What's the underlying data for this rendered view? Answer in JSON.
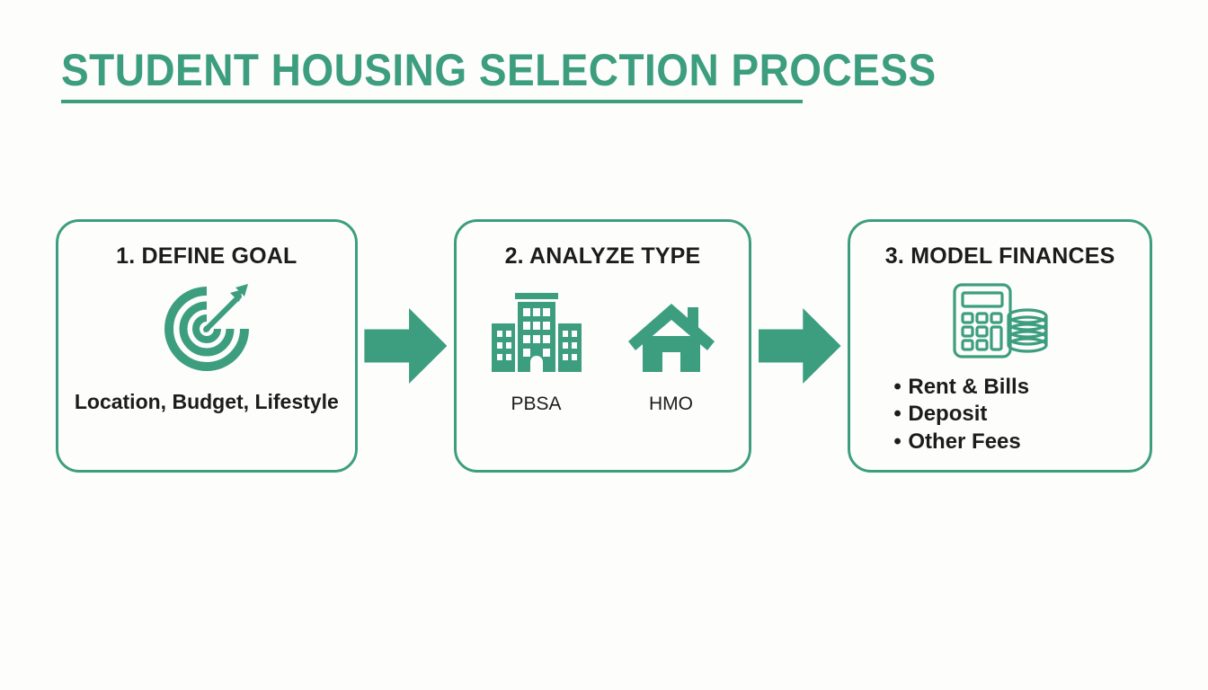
{
  "page": {
    "title": "STUDENT HOUSING SELECTION PROCESS",
    "background_color": "#fdfdfc",
    "accent_color": "#3d9e7f",
    "text_color": "#1c1c1c"
  },
  "flow": {
    "arrow_1_name": "arrow-right-icon",
    "arrow_2_name": "arrow-right-icon",
    "steps": [
      {
        "title": "1. DEFINE GOAL",
        "icon": "target-bullseye-arrow-icon",
        "caption": "Location, Budget, Lifestyle"
      },
      {
        "title": "2. ANALYZE TYPE",
        "items": [
          {
            "icon": "office-buildings-icon",
            "label": "PBSA"
          },
          {
            "icon": "house-home-icon",
            "label": "HMO"
          }
        ]
      },
      {
        "title": "3. MODEL FINANCES",
        "icon": "calculator-coins-icon",
        "bullets": [
          "Rent & Bills",
          "Deposit",
          "Other Fees"
        ]
      }
    ]
  }
}
